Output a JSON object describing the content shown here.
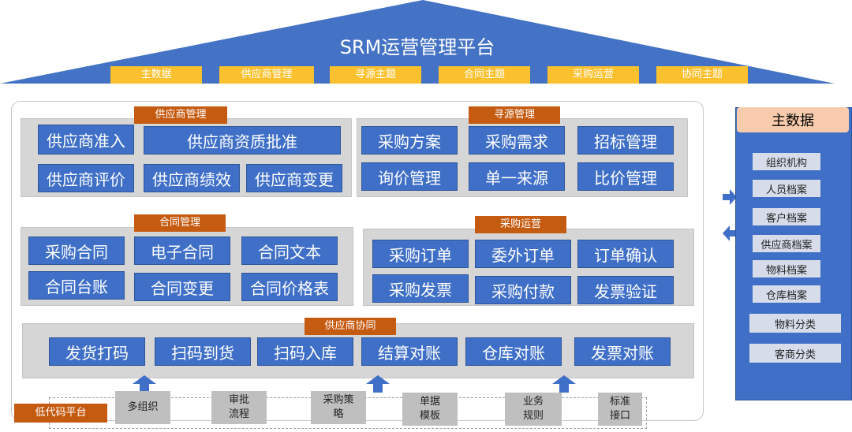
{
  "roof": {
    "title": "SRM运营管理平台",
    "tabs": [
      "主数据",
      "供应商管理",
      "寻源主题",
      "合同主题",
      "采购运营",
      "协同主题"
    ]
  },
  "supplier_mgmt": {
    "header": "供应商管理",
    "items": [
      "供应商准入",
      "供应商资质批准",
      "供应商评价",
      "供应商绩效",
      "供应商变更"
    ]
  },
  "sourcing_mgmt": {
    "header": "寻源管理",
    "items": [
      "采购方案",
      "采购需求",
      "招标管理",
      "询价管理",
      "单一来源",
      "比价管理"
    ]
  },
  "contract_mgmt": {
    "header": "合同管理",
    "items": [
      "采购合同",
      "电子合同",
      "合同文本",
      "合同台账",
      "合同变更",
      "合同价格表"
    ]
  },
  "procurement_ops": {
    "header": "采购运营",
    "items": [
      "采购订单",
      "委外订单",
      "订单确认",
      "采购发票",
      "采购付款",
      "发票验证"
    ]
  },
  "supplier_collab": {
    "header": "供应商协同",
    "items": [
      "发货打码",
      "扫码到货",
      "扫码入库",
      "结算对账",
      "仓库对账",
      "发票对账"
    ]
  },
  "low_code": {
    "label": "低代码平台",
    "items": [
      "多组织",
      "审批\n流程",
      "采购策\n略",
      "单据\n模板",
      "业务\n规则",
      "标准\n接口"
    ]
  },
  "master_data": {
    "header": "主数据",
    "items": [
      "组织机构",
      "人员档案",
      "客户档案",
      "供应商档案",
      "物料档案",
      "仓库档案",
      "物料分类",
      "客商分类"
    ]
  },
  "colors": {
    "roof": "#4472c4",
    "tab": "#fbc02d",
    "header": "#c55a11",
    "button": "#3f6fc6",
    "panel": "#d6d6d6"
  }
}
